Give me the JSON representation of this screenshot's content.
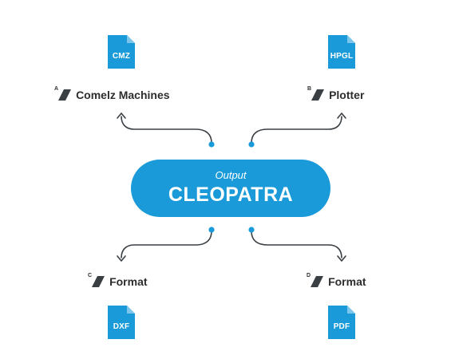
{
  "colors": {
    "accent": "#1a9ad8",
    "text": "#2d2d2d",
    "slash": "#3a3f44"
  },
  "center": {
    "subtitle": "Output",
    "title": "CLEOPATRA"
  },
  "nodes": {
    "a": {
      "letter": "A",
      "label": "Comelz Machines",
      "file_ext": "CMZ"
    },
    "b": {
      "letter": "B",
      "label": "Plotter",
      "file_ext": "HPGL"
    },
    "c": {
      "letter": "C",
      "label": "Format",
      "file_ext": "DXF"
    },
    "d": {
      "letter": "D",
      "label": "Format",
      "file_ext": "PDF"
    }
  }
}
